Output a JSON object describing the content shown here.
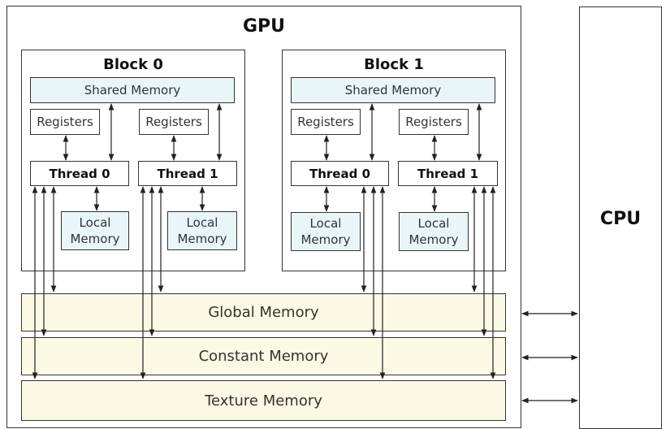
{
  "gpu": {
    "title": "GPU"
  },
  "cpu": {
    "title": "CPU"
  },
  "blocks": [
    {
      "title": "Block 0",
      "shared_memory": "Shared Memory",
      "threads": [
        {
          "registers": "Registers",
          "thread": "Thread 0",
          "local_memory": [
            "Local",
            "Memory"
          ]
        },
        {
          "registers": "Registers",
          "thread": "Thread 1",
          "local_memory": [
            "Local",
            "Memory"
          ]
        }
      ]
    },
    {
      "title": "Block 1",
      "shared_memory": "Shared Memory",
      "threads": [
        {
          "registers": "Registers",
          "thread": "Thread 0",
          "local_memory": [
            "Local",
            "Memory"
          ]
        },
        {
          "registers": "Registers",
          "thread": "Thread 1",
          "local_memory": [
            "Local",
            "Memory"
          ]
        }
      ]
    }
  ],
  "memories": {
    "global": "Global Memory",
    "constant": "Constant Memory",
    "texture": "Texture Memory"
  },
  "colors": {
    "shared_fill": "#e8f6f9",
    "local_fill": "#e8f6f9",
    "memory_fill": "#fbf8e3",
    "line": "#333333"
  }
}
